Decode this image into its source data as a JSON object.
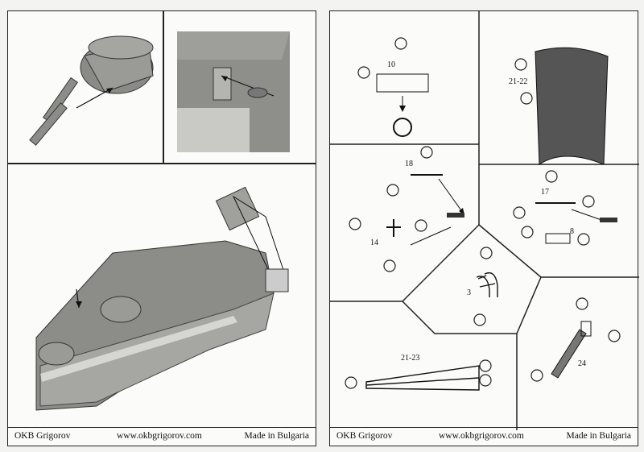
{
  "footer": {
    "brand": "OKB Grigorov",
    "website": "www.okbgrigorov.com",
    "origin": "Made in Bulgaria"
  },
  "part_numbers": {
    "p10": "10",
    "p21_22": "21-22",
    "p18": "18",
    "p17": "17",
    "p14": "14",
    "p8": "8",
    "p3": "3",
    "p21_23": "21-23",
    "p24": "24"
  }
}
